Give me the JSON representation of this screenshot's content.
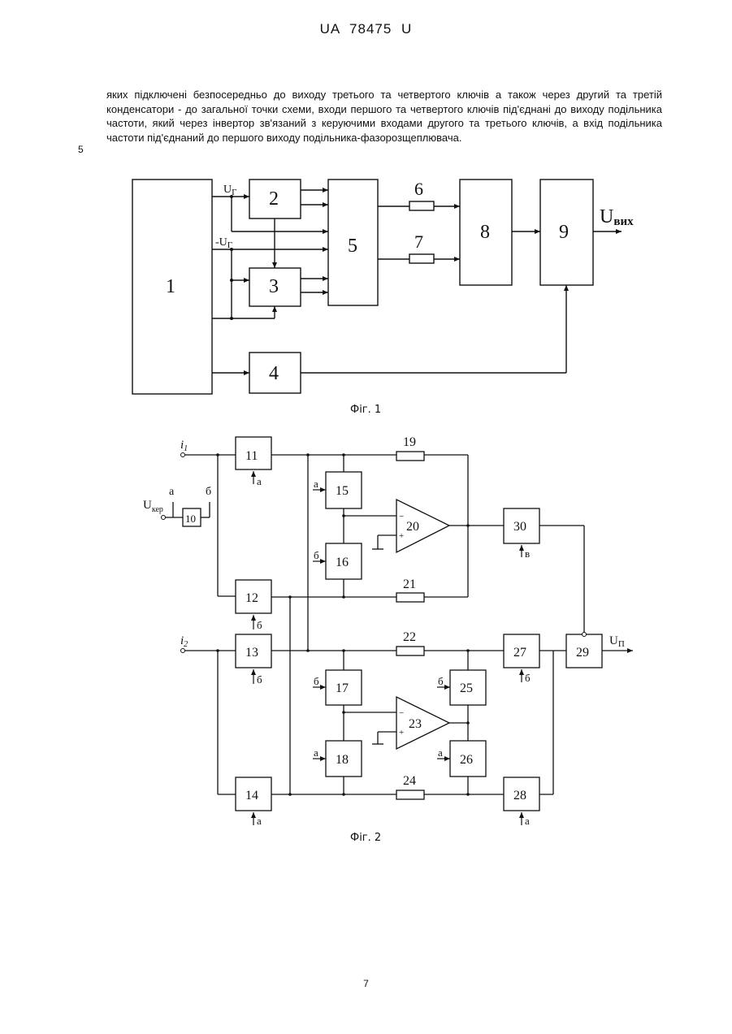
{
  "header": "UA   78475   U",
  "paragraph": "яких підключені безпосередньо до виходу третього та четвертого ключів а також через другий та третій конденсатори - до загальної точки схеми, входи першого та четвертого ключів під'єднані до виходу подільника частоти, який через інвертор зв'язаний з керуючими входами другого та третього ключів, а вхід подільника частоти під'єднаний до першого виходу подільника-фазорозщеплювача.",
  "line_number": "5",
  "fig1": {
    "caption": "Фіг. 1",
    "blocks": [
      "1",
      "2",
      "3",
      "4",
      "5",
      "6",
      "7",
      "8",
      "9"
    ],
    "label_ug": "U",
    "label_ug_sub": "Г",
    "label_neg_ug": "-U",
    "label_neg_ug_sub": "Г",
    "label_out": "U",
    "label_out_sub": "вих"
  },
  "fig2": {
    "caption": "Фіг. 2",
    "blocks": [
      "10",
      "11",
      "12",
      "13",
      "14",
      "15",
      "16",
      "17",
      "18",
      "19",
      "20",
      "21",
      "22",
      "23",
      "24",
      "25",
      "26",
      "27",
      "28",
      "29",
      "30"
    ],
    "input_i1": "i",
    "input_i1_sub": "1",
    "input_i2": "i",
    "input_i2_sub": "2",
    "ukep": "U",
    "ukep_sub": "кер",
    "label_a": "а",
    "label_b": "б",
    "label_v": "в",
    "label_up": "U",
    "label_up_sub": "П",
    "minus": "−",
    "plus": "+"
  },
  "page_number": "7"
}
